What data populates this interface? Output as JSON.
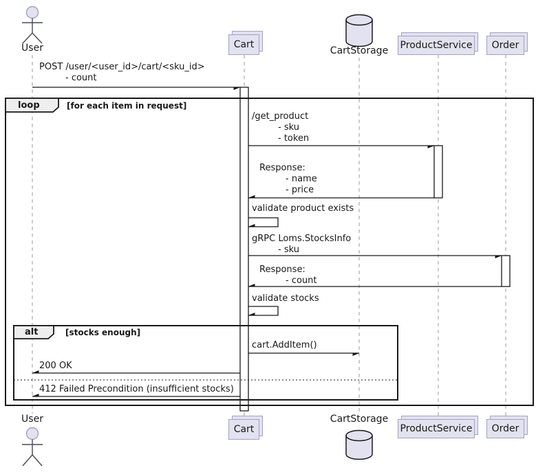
{
  "participants": [
    {
      "name": "User",
      "type": "actor"
    },
    {
      "name": "Cart",
      "type": "collections"
    },
    {
      "name": "CartStorage",
      "type": "database"
    },
    {
      "name": "ProductService",
      "type": "collections"
    },
    {
      "name": "Order",
      "type": "collections"
    }
  ],
  "frames": {
    "loop": {
      "keyword": "loop",
      "condition": "[for each item in request]"
    },
    "alt": {
      "keyword": "alt",
      "condition": "[stocks enough]"
    }
  },
  "messages": [
    {
      "from": "User",
      "to": "Cart",
      "lines": [
        "POST /user/<user_id>/cart/<sku_id>",
        "- count"
      ]
    },
    {
      "from": "Cart",
      "to": "ProductService",
      "lines": [
        "/get_product",
        "- sku",
        "- token"
      ]
    },
    {
      "from": "ProductService",
      "to": "Cart",
      "lines": [
        "Response:",
        "- name",
        "- price"
      ]
    },
    {
      "from": "Cart",
      "to": "Cart",
      "lines": [
        "validate product exists"
      ]
    },
    {
      "from": "Cart",
      "to": "Order",
      "lines": [
        "gRPC Loms.StocksInfo",
        "- sku"
      ]
    },
    {
      "from": "Order",
      "to": "Cart",
      "lines": [
        "Response:",
        "- count"
      ]
    },
    {
      "from": "Cart",
      "to": "Cart",
      "lines": [
        "validate stocks"
      ]
    },
    {
      "from": "Cart",
      "to": "CartStorage",
      "lines": [
        "cart.AddItem()"
      ]
    },
    {
      "from": "Cart",
      "to": "User",
      "lines": [
        "200 OK"
      ]
    },
    {
      "from": "Cart",
      "to": "User",
      "lines": [
        "412 Failed Precondition (insufficient stocks)"
      ]
    }
  ],
  "colors": {
    "participant_fill": "#E2E2F0",
    "participant_border": "#A2A2C2",
    "frame_border": "#181818",
    "frame_header_fill": "#EEEEEE",
    "lifeline": "#999999",
    "arrow": "#181818",
    "text": "#181818",
    "background": "#FFFFFF"
  }
}
